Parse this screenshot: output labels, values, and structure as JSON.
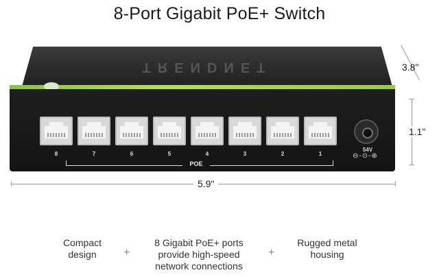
{
  "title": "8-Port Gigabit PoE+ Switch",
  "brand_text": "TRENDNET",
  "ports": [
    "8",
    "7",
    "6",
    "5",
    "4",
    "3",
    "2",
    "1"
  ],
  "poe_label": "POE",
  "power": {
    "icon": "⊖-⊙-⊕",
    "voltage": "54V"
  },
  "dimensions": {
    "depth": "3.8\"",
    "height": "1.1\"",
    "width": "5.9\""
  },
  "features": [
    {
      "line1": "Compact",
      "line2": "design",
      "line3": ""
    },
    {
      "line1": "8 Gigabit PoE+ ports",
      "line2": "provide high-speed",
      "line3": "network connections"
    },
    {
      "line1": "Rugged metal",
      "line2": "housing",
      "line3": ""
    }
  ],
  "plus_sign": "+",
  "colors": {
    "accent": "#9ccc3c",
    "body": "#1a1a1a"
  }
}
